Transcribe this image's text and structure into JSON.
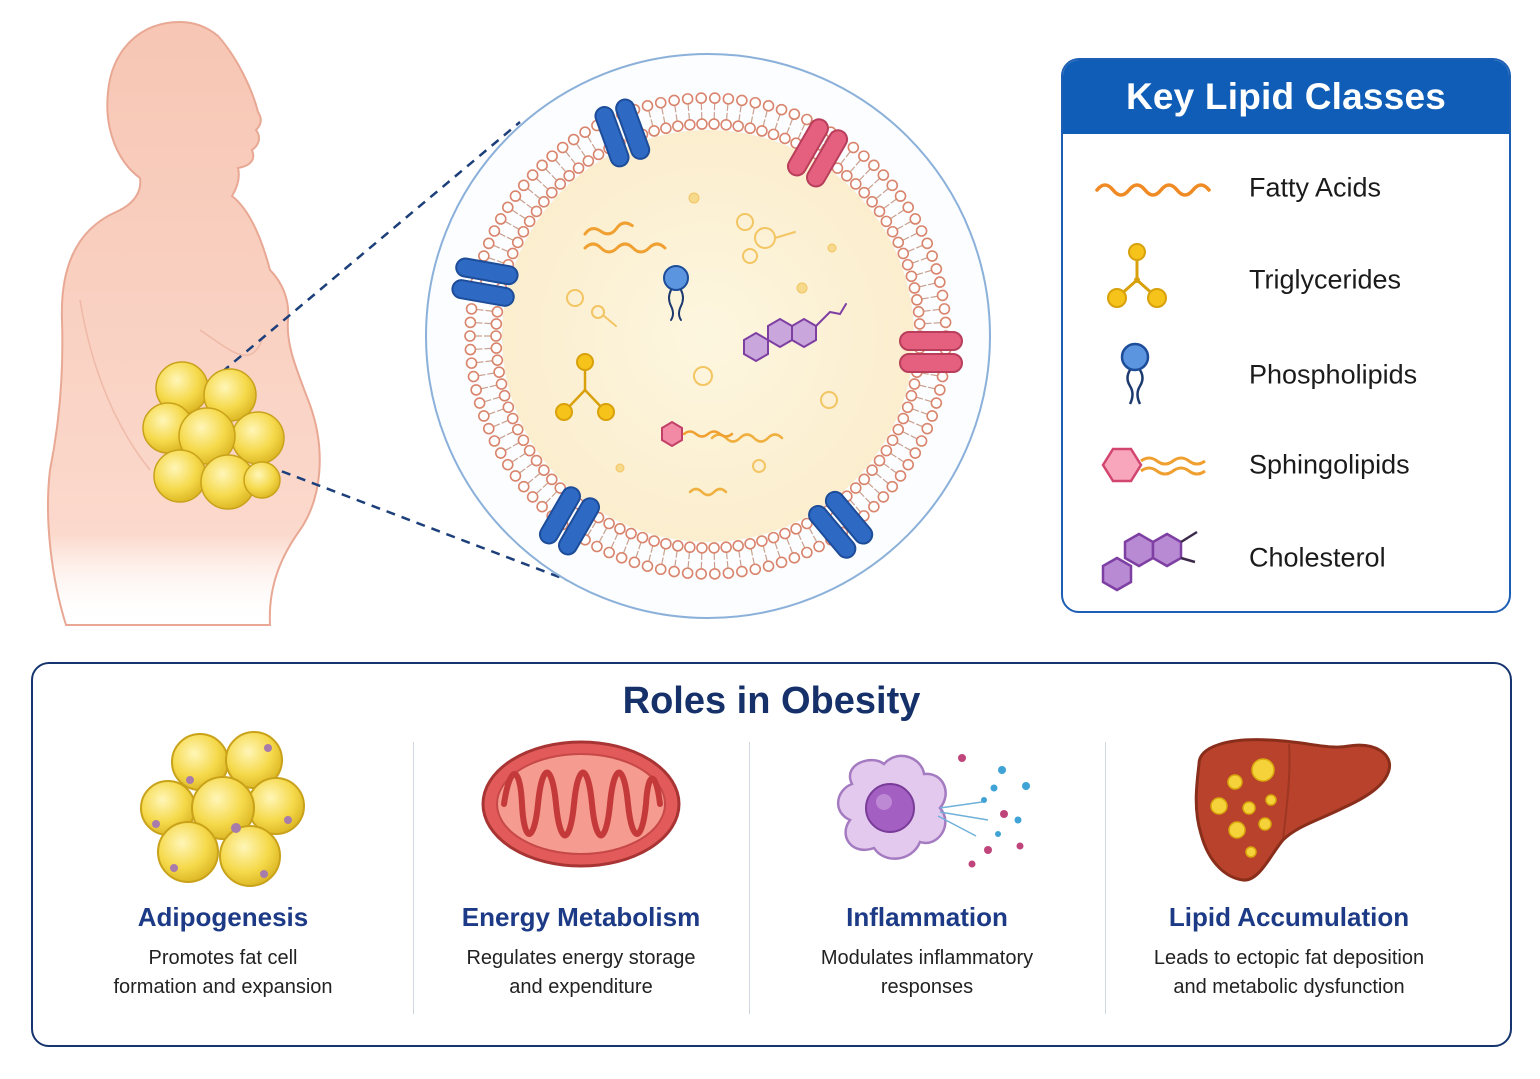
{
  "legend": {
    "title": "Key Lipid Classes",
    "items": [
      {
        "label": "Fatty Acids",
        "icon": "fatty-acid-icon",
        "color": "#f08a24"
      },
      {
        "label": "Triglycerides",
        "icon": "triglyceride-icon",
        "color": "#f2b40c"
      },
      {
        "label": "Phospholipids",
        "icon": "phospholipid-icon",
        "color": "#3a7bd5"
      },
      {
        "label": "Sphingolipids",
        "icon": "sphingolipid-icon",
        "color": "#e8567c"
      },
      {
        "label": "Cholesterol",
        "icon": "cholesterol-icon",
        "color": "#8e4bb3"
      }
    ]
  },
  "roles": {
    "title": "Roles in Obesity",
    "items": [
      {
        "title": "Adipogenesis",
        "line1": "Promotes fat cell",
        "line2": "formation and expansion",
        "icon": "adipocyte-cluster-icon"
      },
      {
        "title": "Energy Metabolism",
        "line1": "Regulates energy storage",
        "line2": "and expenditure",
        "icon": "mitochondrion-icon"
      },
      {
        "title": "Inflammation",
        "line1": "Modulates inflammatory",
        "line2": "responses",
        "icon": "immune-cell-icon"
      },
      {
        "title": "Lipid Accumulation",
        "line1": "Leads to ectopic fat deposition",
        "line2": "and metabolic dysfunction",
        "icon": "fatty-liver-icon"
      }
    ]
  },
  "colors": {
    "header_blue": "#0f5db6",
    "title_navy": "#16306a",
    "adipocyte_yellow": "#f5d94a",
    "membrane_red": "#d9846c",
    "body_skin": "#f6c8b8"
  }
}
